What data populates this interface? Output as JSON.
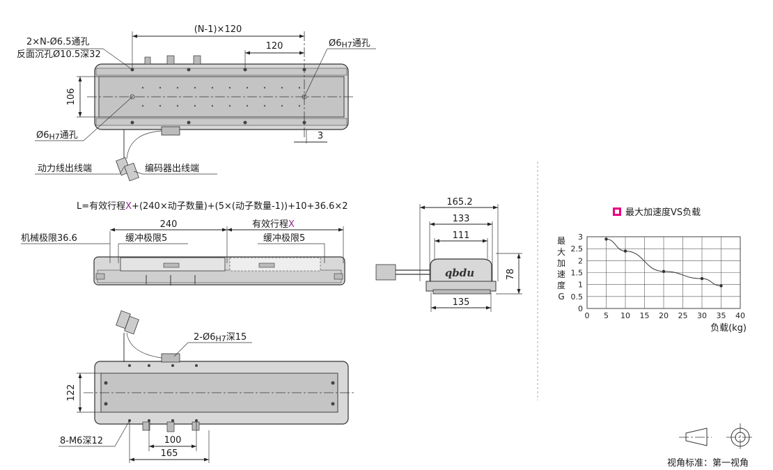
{
  "top_view": {
    "hole_callout_line1": "2×N-Ø6.5通孔",
    "hole_callout_line2": "反面沉孔Ø10.5深32",
    "pitch_dim": "(N-1)×120",
    "spacing_dim": "120",
    "pin_hole_right_prefix": "Ø6",
    "pin_hole_right_tol": "H7",
    "pin_hole_right_suffix": "通孔",
    "pin_hole_left_prefix": "Ø6",
    "pin_hole_left_tol": "H7",
    "pin_hole_left_suffix": "通孔",
    "height_dim": "106",
    "offset_dim": "3",
    "power_cable_label": "动力线出线端",
    "encoder_cable_label": "编码器出线端"
  },
  "side_view": {
    "formula_part1": "L=有效行程",
    "formula_x": "X",
    "formula_part2": "+(240×动子数量)+(5×(动子数量-1))+10+36.6×2",
    "mover_dim": "240",
    "stroke_label": "有效行程",
    "stroke_x": "X",
    "mech_limit_label": "机械极限36.6",
    "buffer_left_label": "缓冲极限5",
    "buffer_right_label": "缓冲极限5"
  },
  "end_view": {
    "width_total": "165.2",
    "width_mid": "133",
    "width_inner": "111",
    "base_width": "135",
    "height": "78",
    "logo_text": "qbdu"
  },
  "bottom_view": {
    "pin_hole_prefix": "2-Ø6",
    "pin_hole_tol": "H7",
    "pin_hole_suffix": "深15",
    "height_dim": "122",
    "thread_callout": "8-M6深12",
    "dim_100": "100",
    "dim_165": "165"
  },
  "legend": {
    "title": "最大加速度VS负载",
    "marker_color": "#e6007e",
    "ylabel_chars": [
      "最",
      "大",
      "加",
      "速",
      "度",
      "G"
    ],
    "xlabel": "负载(kg)"
  },
  "chart_data": {
    "type": "line",
    "title": "最大加速度VS负载",
    "xlabel": "负载(kg)",
    "ylabel": "最大加速度G",
    "xlim": [
      0,
      40
    ],
    "ylim": [
      0,
      3
    ],
    "x_ticks": [
      "0",
      "5",
      "10",
      "15",
      "20",
      "25",
      "30",
      "35",
      "40"
    ],
    "y_ticks": [
      "0",
      "0.5",
      "1",
      "1.5",
      "2",
      "2.5",
      "3"
    ],
    "grid": true,
    "x": [
      5,
      10,
      20,
      30,
      35
    ],
    "y": [
      2.9,
      2.4,
      1.55,
      1.25,
      0.95
    ]
  },
  "projection": {
    "label": "视角标准：第一视角"
  }
}
